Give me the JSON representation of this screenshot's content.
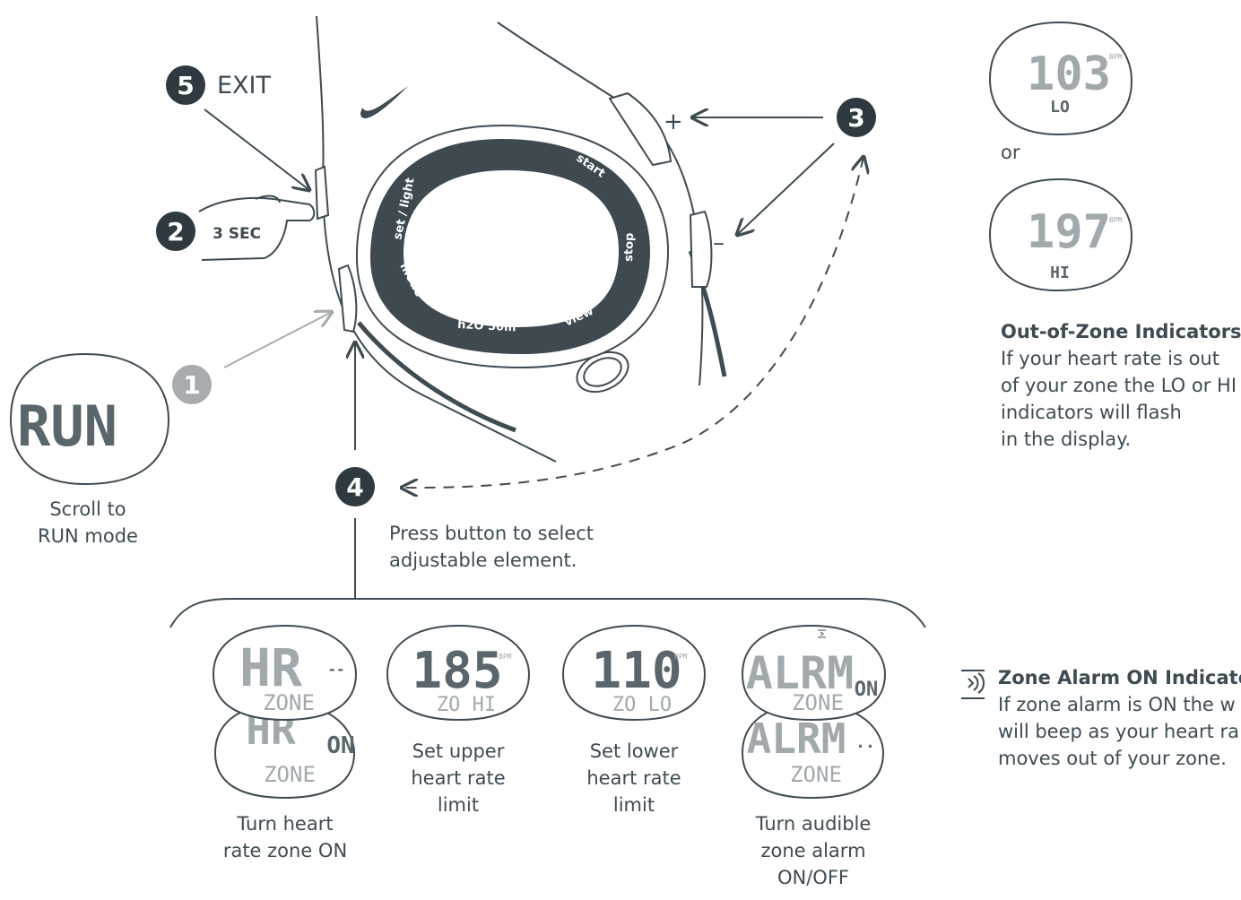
{
  "steps": {
    "step1": "1",
    "step2": "2",
    "step3": "3",
    "step4": "4",
    "step5": "5",
    "exit_label": "EXIT",
    "hold_label": "3 SEC"
  },
  "watch": {
    "bezel_labels": [
      "start",
      "set / light",
      "stop",
      "mode",
      "view",
      "h2O 50m"
    ],
    "plus": "+",
    "minus": "–"
  },
  "run_display": {
    "screen": "RUN",
    "caption_line1": "Scroll to",
    "caption_line2": "RUN mode"
  },
  "select_caption": {
    "line1": "Press button to select",
    "line2": "adjustable element."
  },
  "out_of_zone": {
    "lo_value": "103",
    "lo_label": "LO",
    "hi_value": "197",
    "hi_label": "HI",
    "unit": "BPM",
    "or_text": "or",
    "title": "Out-of-Zone Indicators",
    "body": [
      "If your heart rate is out",
      "of your zone the LO or HI",
      "indicators will flash",
      "in the display."
    ]
  },
  "zone_alarm": {
    "title": "Zone Alarm ON Indicator",
    "body": [
      "If zone alarm is ON the w",
      "will beep as your heart ra",
      "moves out of your zone."
    ]
  },
  "settings": [
    {
      "screens": [
        {
          "top": "HR",
          "side": "--",
          "bottom": "ZONE"
        },
        {
          "top": "HR",
          "side": "ON",
          "bottom": "ZONE"
        }
      ],
      "caption": [
        "Turn heart",
        "rate zone ON"
      ]
    },
    {
      "screens": [
        {
          "top": "185",
          "unit": "BPM",
          "bottom": "ZO  HI"
        }
      ],
      "caption": [
        "Set upper",
        "heart rate",
        "limit"
      ]
    },
    {
      "screens": [
        {
          "top": "110",
          "unit": "BPM",
          "bottom": "ZO  LO"
        }
      ],
      "caption": [
        "Set lower",
        "heart rate",
        "limit"
      ]
    },
    {
      "screens": [
        {
          "top": "ALRM",
          "side": "ON",
          "bottom": "ZONE"
        },
        {
          "top": "ALRM",
          "side": "..",
          "bottom": "ZONE"
        }
      ],
      "caption": [
        "Turn audible",
        "zone alarm",
        "ON/OFF"
      ]
    }
  ],
  "colors": {
    "ink": "#3f4b52",
    "badge": "#2f3a40",
    "badge_inactive": "#a7acaf",
    "lcd_segment": "#a2a9ad",
    "bezel": "#3e4a50"
  }
}
